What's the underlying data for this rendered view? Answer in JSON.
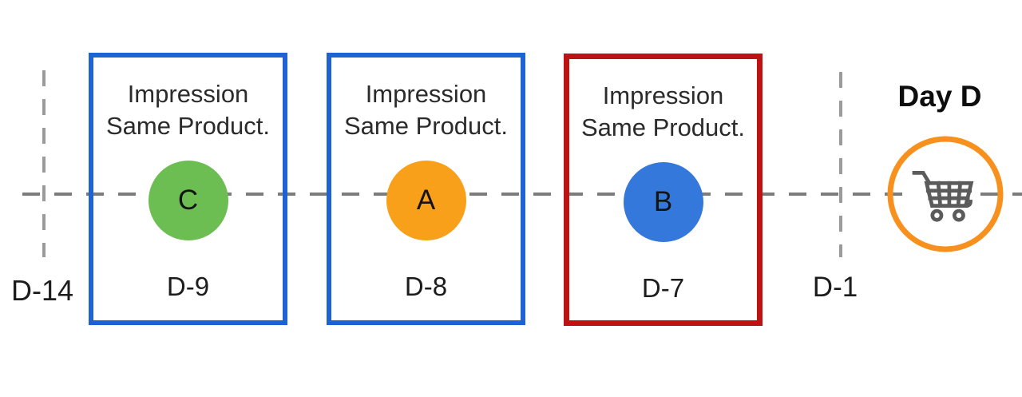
{
  "timeline": {
    "start_label": "D-14",
    "end_label": "D-1",
    "day_label": "Day D"
  },
  "events": [
    {
      "title_line1": "Impression",
      "title_line2": "Same Product.",
      "letter": "C",
      "date": "D-9",
      "circle_color": "#6CBE53",
      "border_color": "#1E63D6"
    },
    {
      "title_line1": "Impression",
      "title_line2": "Same Product.",
      "letter": "A",
      "date": "D-8",
      "circle_color": "#F9A01B",
      "border_color": "#1E63D6"
    },
    {
      "title_line1": "Impression",
      "title_line2": "Same Product.",
      "letter": "B",
      "date": "D-7",
      "circle_color": "#3578DB",
      "border_color": "#BE1312"
    }
  ],
  "purchase": {
    "icon": "shopping-cart-icon",
    "ring_color": "#F8901D",
    "icon_color": "#5B5B5B"
  },
  "colors": {
    "timeline_dash": "#7C7C7C",
    "marker_dash": "#9B9B9B",
    "text": "#1F1F1F"
  }
}
